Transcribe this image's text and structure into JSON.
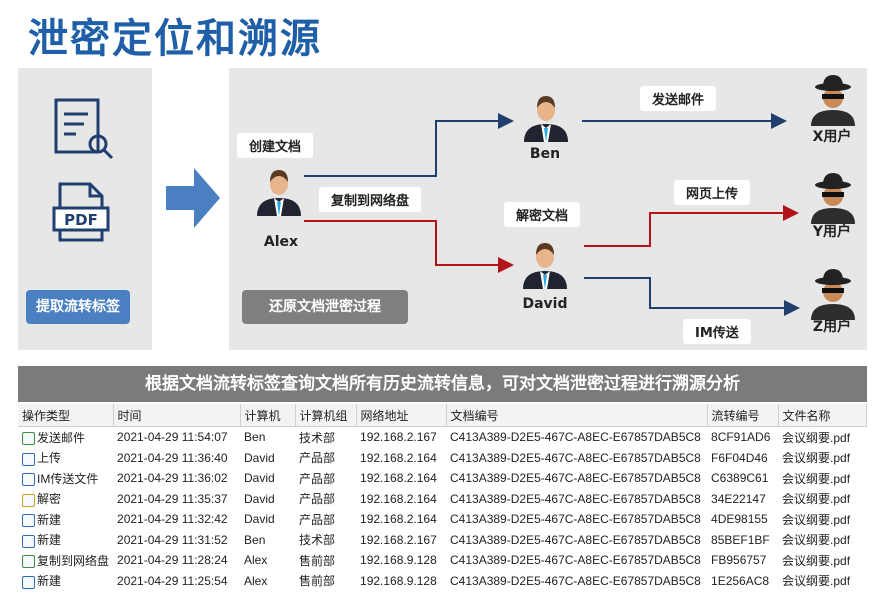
{
  "title": "泄密定位和溯源",
  "left": {
    "tag": "提取流转标签",
    "pdf_label": "PDF"
  },
  "right": {
    "tag": "还原文档泄密过程",
    "people": {
      "alex": "Alex",
      "ben": "Ben",
      "david": "David"
    },
    "hackers": {
      "x": "X用户",
      "y": "Y用户",
      "z": "Z用户"
    },
    "actions": {
      "create": "创建文档",
      "copy": "复制到网络盘",
      "email": "发送邮件",
      "decrypt": "解密文档",
      "upload": "网页上传",
      "im": "IM传送"
    }
  },
  "banner": "根据文档流转标签查询文档所有历史流转信息，可对文档泄密过程进行溯源分析",
  "table": {
    "headers": [
      "操作类型",
      "时间",
      "计算机",
      "计算机组",
      "网络地址",
      "文档编号",
      "流转编号",
      "文件名称"
    ],
    "rows": [
      [
        "发送邮件",
        "2021-04-29 11:54:07",
        "Ben",
        "技术部",
        "192.168.2.167",
        "C413A389-D2E5-467C-A8EC-E67857DAB5C8",
        "8CF91AD6",
        "会议纲要.pdf"
      ],
      [
        "上传",
        "2021-04-29 11:36:40",
        "David",
        "产品部",
        "192.168.2.164",
        "C413A389-D2E5-467C-A8EC-E67857DAB5C8",
        "F6F04D46",
        "会议纲要.pdf"
      ],
      [
        "IM传送文件",
        "2021-04-29 11:36:02",
        "David",
        "产品部",
        "192.168.2.164",
        "C413A389-D2E5-467C-A8EC-E67857DAB5C8",
        "C6389C61",
        "会议纲要.pdf"
      ],
      [
        "解密",
        "2021-04-29 11:35:37",
        "David",
        "产品部",
        "192.168.2.164",
        "C413A389-D2E5-467C-A8EC-E67857DAB5C8",
        "34E22147",
        "会议纲要.pdf"
      ],
      [
        "新建",
        "2021-04-29 11:32:42",
        "David",
        "产品部",
        "192.168.2.164",
        "C413A389-D2E5-467C-A8EC-E67857DAB5C8",
        "4DE98155",
        "会议纲要.pdf"
      ],
      [
        "新建",
        "2021-04-29 11:31:52",
        "Ben",
        "技术部",
        "192.168.2.167",
        "C413A389-D2E5-467C-A8EC-E67857DAB5C8",
        "85BEF1BF",
        "会议纲要.pdf"
      ],
      [
        "复制到网络盘",
        "2021-04-29 11:28:24",
        "Alex",
        "售前部",
        "192.168.9.128",
        "C413A389-D2E5-467C-A8EC-E67857DAB5C8",
        "FB956757",
        "会议纲要.pdf"
      ],
      [
        "新建",
        "2021-04-29 11:25:54",
        "Alex",
        "售前部",
        "192.168.9.128",
        "C413A389-D2E5-467C-A8EC-E67857DAB5C8",
        "1E256AC8",
        "会议纲要.pdf"
      ]
    ],
    "row_icons": [
      "mail-icon",
      "upload-icon",
      "chat-icon",
      "key-icon",
      "document-icon",
      "document-icon",
      "network-drive-icon",
      "document-icon"
    ]
  },
  "colors": {
    "title": "#1f5fa8",
    "blue_tag": "#4a7fc1",
    "gray_tag": "#7f7f7f",
    "arrow_blue": "#1f3f6e",
    "arrow_red": "#b3141b"
  }
}
